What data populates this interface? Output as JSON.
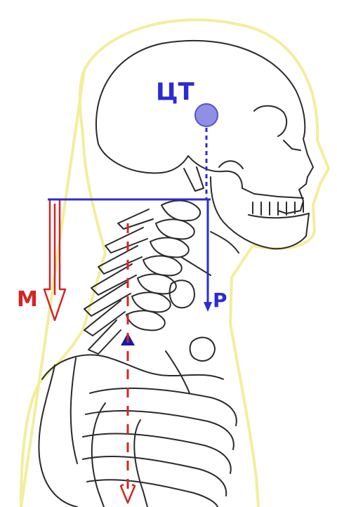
{
  "labels": {
    "center_of_gravity": "ЦТ",
    "muscle_force": "М",
    "weight_force": "Р"
  },
  "colors": {
    "weight_force": "#2b2bd6",
    "muscle_force": "#d42424",
    "skin_outline": "#f2ee9c",
    "bone_outline": "#2a2a2a",
    "center_of_gravity_fill": "#8f8fe6"
  }
}
